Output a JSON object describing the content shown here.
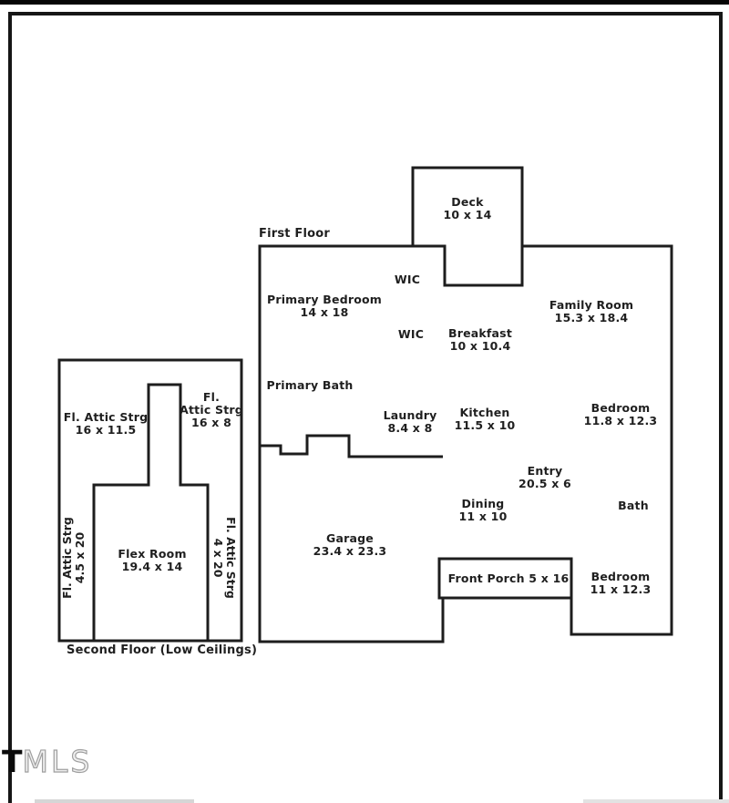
{
  "watermark": {
    "prefix": "T",
    "suffix": "MLS"
  },
  "colors": {
    "line": "#1d1d1d",
    "text": "#1f1f1f",
    "background": "#ffffff",
    "top_bar": "#060606"
  },
  "first_floor": {
    "title": "First Floor",
    "rooms": {
      "deck": {
        "name": "Deck",
        "dims": "10 x 14"
      },
      "wic_upper": {
        "name": "WIC"
      },
      "primary_bedroom": {
        "name": "Primary Bedroom",
        "dims": "14 x 18"
      },
      "wic_lower": {
        "name": "WIC"
      },
      "breakfast": {
        "name": "Breakfast",
        "dims": "10 x 10.4"
      },
      "family_room": {
        "name": "Family Room",
        "dims": "15.3 x 18.4"
      },
      "primary_bath": {
        "name": "Primary Bath"
      },
      "laundry": {
        "name": "Laundry",
        "dims": "8.4 x 8"
      },
      "kitchen": {
        "name": "Kitchen",
        "dims": "11.5 x 10"
      },
      "bedroom_upper": {
        "name": "Bedroom",
        "dims": "11.8 x 12.3"
      },
      "entry": {
        "name": "Entry",
        "dims": "20.5 x 6"
      },
      "dining": {
        "name": "Dining",
        "dims": "11 x 10"
      },
      "bath": {
        "name": "Bath"
      },
      "garage": {
        "name": "Garage",
        "dims": "23.4 x 23.3"
      },
      "front_porch": {
        "name": "Front Porch 5 x 16"
      },
      "bedroom_lower": {
        "name": "Bedroom",
        "dims": "11 x 12.3"
      }
    }
  },
  "second_floor": {
    "title": "Second Floor (Low Ceilings)",
    "rooms": {
      "attic_left": {
        "line1": "Fl. Attic Strg",
        "line2": "16 x 11.5"
      },
      "attic_right": {
        "line1": "Fl.",
        "line2": "Attic Strg",
        "line3": "16 x 8"
      },
      "flex_room": {
        "name": "Flex Room",
        "dims": "19.4 x 14"
      },
      "attic_side_left": {
        "name": "Fl. Attic Strg",
        "dims": "4.5 x 20"
      },
      "attic_side_right": {
        "name": "Fl. Attic Strg",
        "dims": "4 x 20"
      }
    }
  }
}
